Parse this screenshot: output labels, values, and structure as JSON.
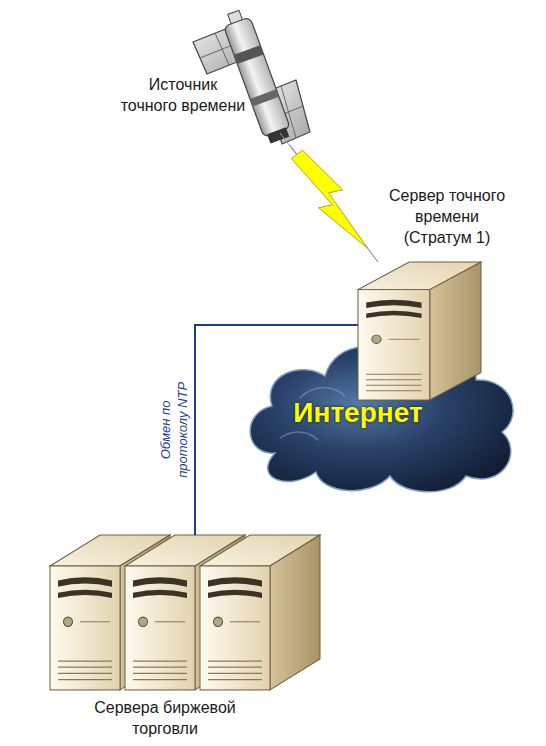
{
  "diagram": {
    "nodes": [
      {
        "text": [
          "Источник точного времени"
        ]
      },
      {
        "text": [
          "Сервер точного времени (Стратум 1)"
        ]
      },
      {
        "text": [
          "Интернет"
        ]
      },
      {
        "text": [
          "Сервера биржевой торговли"
        ]
      }
    ],
    "edges": [
      {
        "from": 0,
        "to": 1,
        "arrow": "none"
      },
      {
        "from": 1,
        "to": 3,
        "arrow": "none",
        "label": "Обмен по протоколу NTP"
      }
    ]
  }
}
